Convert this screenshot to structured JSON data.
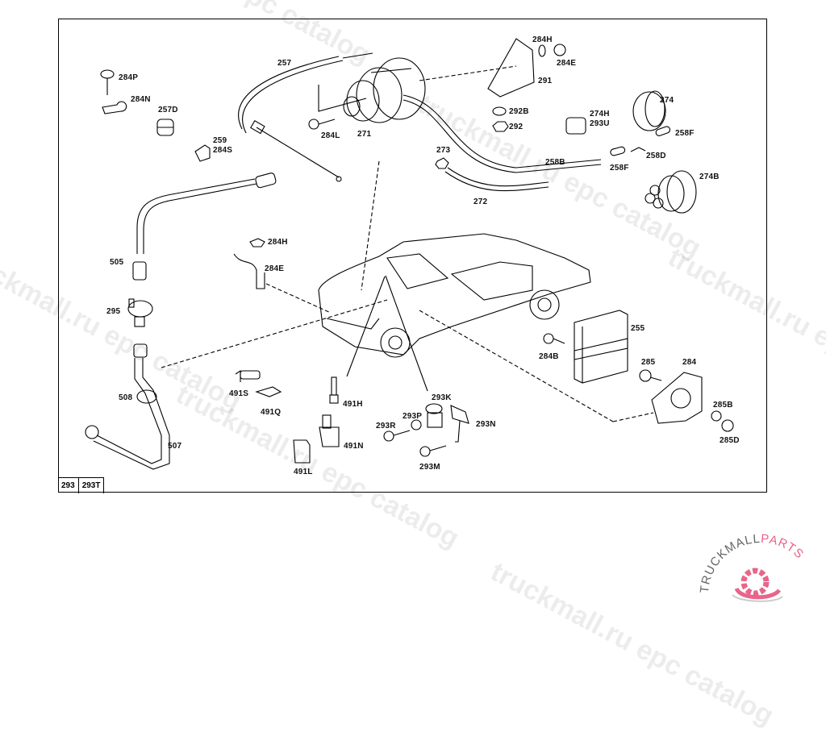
{
  "diagram": {
    "title": "Cruise control parts diagram",
    "reference_box": [
      "293",
      "293T"
    ],
    "parts": [
      {
        "id": "p284P",
        "label": "284P"
      },
      {
        "id": "p284N",
        "label": "284N"
      },
      {
        "id": "p257D",
        "label": "257D"
      },
      {
        "id": "p259",
        "label": "259"
      },
      {
        "id": "p284S",
        "label": "284S"
      },
      {
        "id": "p257",
        "label": "257"
      },
      {
        "id": "p284L",
        "label": "284L"
      },
      {
        "id": "p271",
        "label": "271"
      },
      {
        "id": "p273",
        "label": "273"
      },
      {
        "id": "p272",
        "label": "272"
      },
      {
        "id": "p284H_top",
        "label": "284H"
      },
      {
        "id": "p284E_top",
        "label": "284E"
      },
      {
        "id": "p291",
        "label": "291"
      },
      {
        "id": "p292B",
        "label": "292B"
      },
      {
        "id": "p292",
        "label": "292"
      },
      {
        "id": "p274H",
        "label": "274H"
      },
      {
        "id": "p293U",
        "label": "293U"
      },
      {
        "id": "p274",
        "label": "274"
      },
      {
        "id": "p258F_a",
        "label": "258F"
      },
      {
        "id": "p258D",
        "label": "258D"
      },
      {
        "id": "p258B",
        "label": "258B"
      },
      {
        "id": "p258F_b",
        "label": "258F"
      },
      {
        "id": "p274B",
        "label": "274B"
      },
      {
        "id": "p505",
        "label": "505"
      },
      {
        "id": "p295",
        "label": "295"
      },
      {
        "id": "p508",
        "label": "508"
      },
      {
        "id": "p507",
        "label": "507"
      },
      {
        "id": "p284H_mid",
        "label": "284H"
      },
      {
        "id": "p284E_mid",
        "label": "284E"
      },
      {
        "id": "p491S",
        "label": "491S"
      },
      {
        "id": "p491Q",
        "label": "491Q"
      },
      {
        "id": "p491H",
        "label": "491H"
      },
      {
        "id": "p491N",
        "label": "491N"
      },
      {
        "id": "p491L",
        "label": "491L"
      },
      {
        "id": "p293K",
        "label": "293K"
      },
      {
        "id": "p293P",
        "label": "293P"
      },
      {
        "id": "p293R",
        "label": "293R"
      },
      {
        "id": "p293N",
        "label": "293N"
      },
      {
        "id": "p293M",
        "label": "293M"
      },
      {
        "id": "p255",
        "label": "255"
      },
      {
        "id": "p284B",
        "label": "284B"
      },
      {
        "id": "p285",
        "label": "285"
      },
      {
        "id": "p284",
        "label": "284"
      },
      {
        "id": "p285B",
        "label": "285B"
      },
      {
        "id": "p285D",
        "label": "285D"
      }
    ]
  },
  "watermark": {
    "text": "truckmall.ru epc catalog",
    "color": "#000000"
  },
  "logo": {
    "word1": "TRUCKMALL",
    "word2": "PARTS",
    "color_gray": "#666666",
    "color_pink": "#e8658a"
  }
}
